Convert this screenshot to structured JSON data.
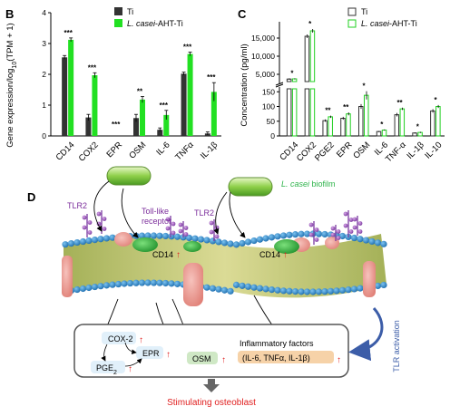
{
  "panel_b": {
    "letter": "B",
    "ylabel": "Gene expression/log10(TPM + 1)",
    "legend": [
      "Ti",
      "L. casei-AHT-Ti"
    ],
    "chart_data": {
      "type": "bar",
      "categories": [
        "CD14",
        "COX2",
        "EPR",
        "OSM",
        "IL-6",
        "TNFα",
        "IL-1β"
      ],
      "series": [
        {
          "name": "Ti",
          "values": [
            2.55,
            0.6,
            0.0,
            0.58,
            0.2,
            2.02,
            0.08
          ],
          "errors": [
            0.06,
            0.1,
            0,
            0.12,
            0.06,
            0.05,
            0.05
          ],
          "color": "#333333"
        },
        {
          "name": "L. casei-AHT-Ti",
          "values": [
            3.12,
            1.97,
            0.0,
            1.18,
            0.68,
            2.66,
            1.43
          ],
          "errors": [
            0.06,
            0.08,
            0,
            0.1,
            0.15,
            0.06,
            0.3
          ],
          "color": "#22e022"
        }
      ],
      "significance": [
        "***",
        "***",
        "***",
        "**",
        "***",
        "***",
        "***"
      ],
      "ylim": [
        0,
        4
      ],
      "yticks": [
        "0",
        "1",
        "2",
        "3",
        "4"
      ]
    }
  },
  "panel_c": {
    "letter": "C",
    "ylabel": "Concentration (pg/ml)",
    "legend": [
      "Ti",
      "L. casei-AHT-Ti"
    ],
    "chart_data": {
      "type": "bar",
      "categories": [
        "CD14",
        "COX2",
        "PGE2",
        "EPR",
        "OSM",
        "IL-6",
        "TNF-α",
        "IL-1β",
        "IL-10"
      ],
      "series": [
        {
          "name": "Ti",
          "values": [
            3700,
            15500,
            52,
            60,
            100,
            15,
            72,
            10,
            85
          ],
          "errors": [
            200,
            500,
            4,
            5,
            8,
            2,
            6,
            2,
            6
          ]
        },
        {
          "name": "L. casei-AHT-Ti",
          "values": [
            3750,
            17000,
            65,
            75,
            138,
            20,
            92,
            12,
            100
          ],
          "errors": [
            150,
            500,
            4,
            5,
            14,
            2,
            4,
            2,
            5
          ]
        }
      ],
      "significance": [
        "*",
        "*",
        "**",
        "**",
        "*",
        "*",
        "**",
        "*",
        "*"
      ],
      "yticks_upper": [
        "5,000",
        "10,000",
        "15,000"
      ],
      "yticks_lower": [
        "0",
        "50",
        "100",
        "150"
      ],
      "ylim_lower": [
        0,
        160
      ],
      "ylim_upper": [
        3000,
        18000
      ]
    }
  },
  "panel_d": {
    "letter": "D",
    "biofilm_label": "L. casei biofilm",
    "tlr2_left": "TLR2",
    "tlr2_right": "TLR2",
    "toll_like_receptor": "Toll-like\nreceptor",
    "cd14_left": "CD14",
    "cd14_right": "CD14",
    "cox2": "COX-2",
    "epr": "EPR",
    "pge2": "PGE2",
    "osm": "OSM",
    "inflammatory_title": "Inflammatory factors",
    "inflammatory_list": "(IL-6, TNFα, IL-1β)",
    "tlr_activation": "TLR activation",
    "outcome": "Stimulating osteoblast"
  }
}
